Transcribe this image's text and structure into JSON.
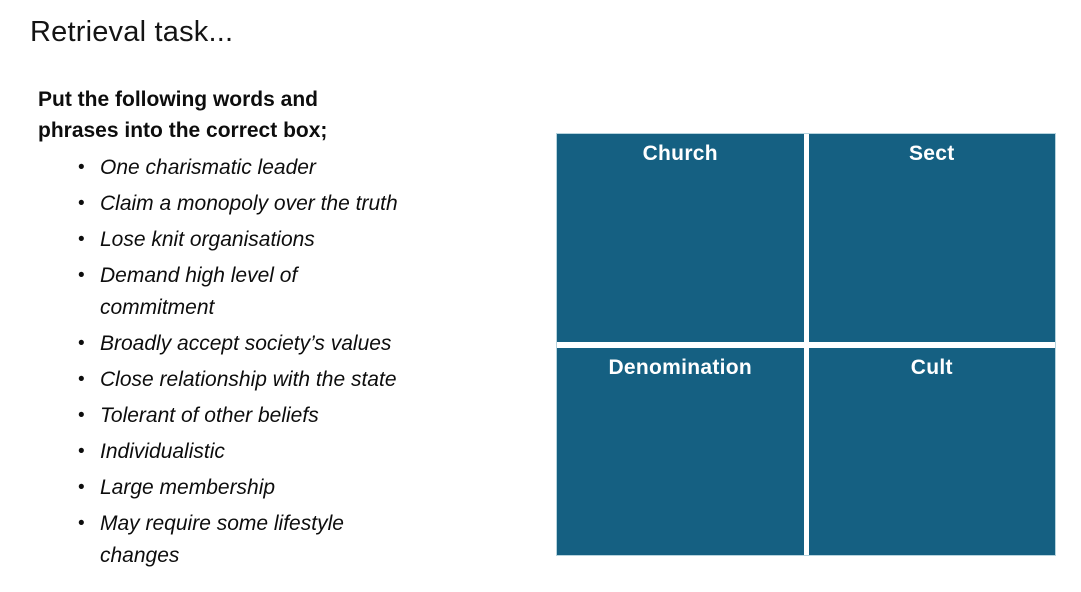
{
  "slide": {
    "title": "Retrieval task...",
    "instruction": "Put the following words and\nphrases into the correct box;",
    "bullets": [
      "One charismatic leader",
      "Claim a monopoly over the truth",
      "Lose knit organisations",
      "Demand high level of\ncommitment",
      "Broadly accept society’s values",
      "Close relationship with the state",
      "Tolerant of other beliefs",
      "Individualistic",
      "Large membership",
      "May require some lifestyle\nchanges"
    ],
    "boxes": [
      {
        "label": "Church"
      },
      {
        "label": "Sect"
      },
      {
        "label": "Denomination"
      },
      {
        "label": "Cult"
      }
    ],
    "colors": {
      "background": "#ffffff",
      "box_fill": "#156082",
      "box_label": "#ffffff",
      "text": "#0d0d0d"
    }
  }
}
